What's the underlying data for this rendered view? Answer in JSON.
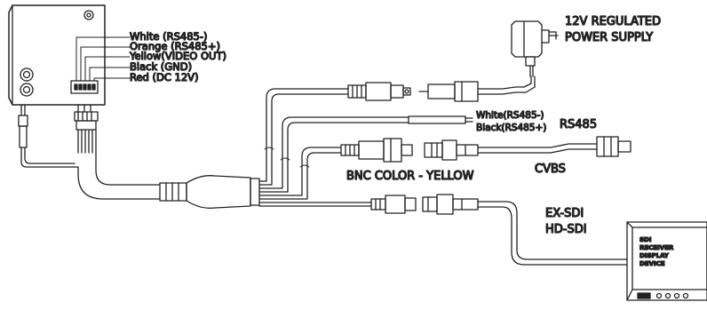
{
  "wire_labels": {
    "white": "White (RS485-)",
    "orange": "Orange (RS485+)",
    "yellow": "Yellow(VIDEO OUT)",
    "black": "Black (GND)",
    "red": "Red (DC 12V)"
  },
  "power_supply": {
    "line1": "12V REGULATED",
    "line2": "POWER SUPPLY"
  },
  "rs485": {
    "white": "White(RS485-)",
    "black": "Black(RS485+)",
    "title": "RS485"
  },
  "cvbs": {
    "label": "CVBS",
    "bnc_label": "BNC COLOR - YELLOW"
  },
  "sdi": {
    "line1": "EX-SDI",
    "line2": "HD-SDI"
  },
  "monitor": {
    "line1": "SDI",
    "line2": "RECEIVER",
    "line3": "DISPLAY",
    "line4": "DEVICE"
  }
}
